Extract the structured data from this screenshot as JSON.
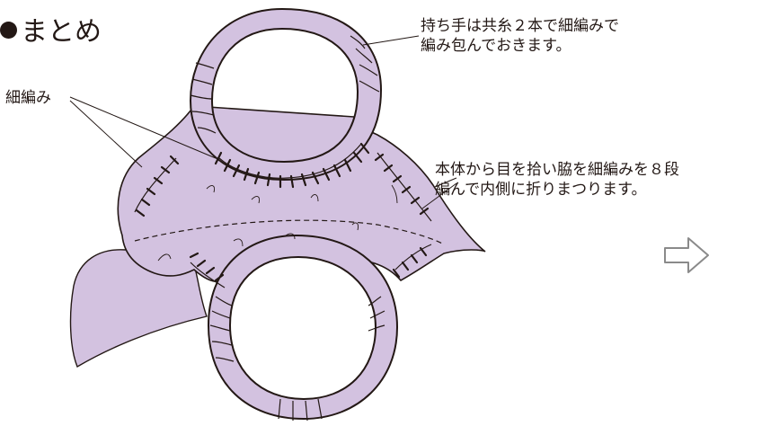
{
  "title": "まとめ",
  "labels": {
    "hosoami": "細編み",
    "handle_line1": "持ち手は共糸２本で細編みで",
    "handle_line2": "編み包んでおきます。",
    "side_line1": "本体から目を拾い脇を細編みを８段",
    "side_line2": "編んで内側に折りまつります。"
  },
  "colors": {
    "fabric": "#d3c2e0",
    "outline": "#231815",
    "shadow": "#ffffff",
    "arrow": "#8a8a8a"
  },
  "icons": {
    "arrow": "right-arrow-icon"
  }
}
